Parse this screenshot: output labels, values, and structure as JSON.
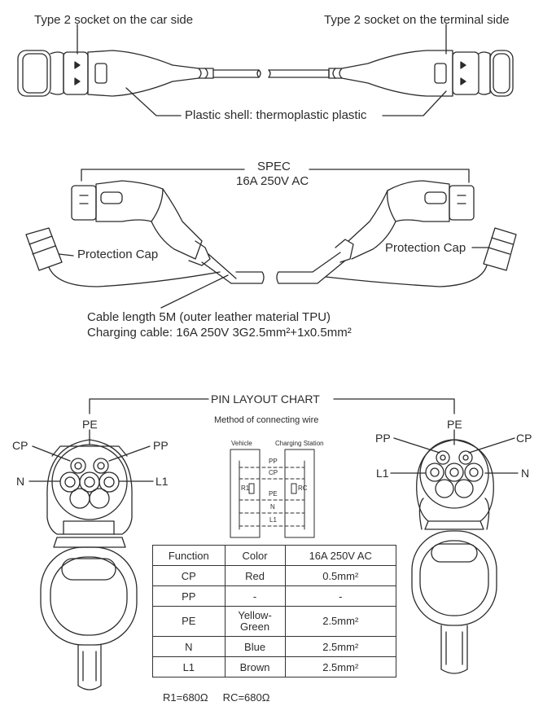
{
  "top_section": {
    "label_car_side": "Type 2 socket on the car side",
    "label_terminal_side": "Type 2 socket on the terminal side",
    "label_shell": "Plastic shell: thermoplastic plastic"
  },
  "middle_section": {
    "spec_title": "SPEC",
    "spec_rating": "16A 250V AC",
    "cap_left": "Protection Cap",
    "cap_right": "Protection Cap",
    "cable_length": "Cable length 5M (outer leather material TPU)",
    "charging_cable": "Charging cable: 16A 250V 3G2.5mm²+1x0.5mm²"
  },
  "pin_layout": {
    "title": "PIN LAYOUT CHART",
    "subtitle": "Method of connecting wire",
    "left_pins": {
      "pe": "PE",
      "cp": "CP",
      "pp": "PP",
      "n": "N",
      "l1": "L1"
    },
    "right_pins": {
      "pe": "PE",
      "pp": "PP",
      "cp": "CP",
      "l1": "L1",
      "n": "N"
    },
    "wiring": {
      "vehicle": "Vehicle",
      "station": "Charging Station",
      "lines": [
        "PP",
        "CP",
        "PE",
        "N",
        "L1"
      ],
      "r1": "R1",
      "rc": "RC"
    }
  },
  "table": {
    "headers": [
      "Function",
      "Color",
      "16A 250V AC"
    ],
    "rows": [
      [
        "CP",
        "Red",
        "0.5mm²"
      ],
      [
        "PP",
        "-",
        "-"
      ],
      [
        "PE",
        "Yellow-Green",
        "2.5mm²"
      ],
      [
        "N",
        "Blue",
        "2.5mm²"
      ],
      [
        "L1",
        "Brown",
        "2.5mm²"
      ]
    ],
    "footnote": "R1=680Ω     RC=680Ω"
  }
}
